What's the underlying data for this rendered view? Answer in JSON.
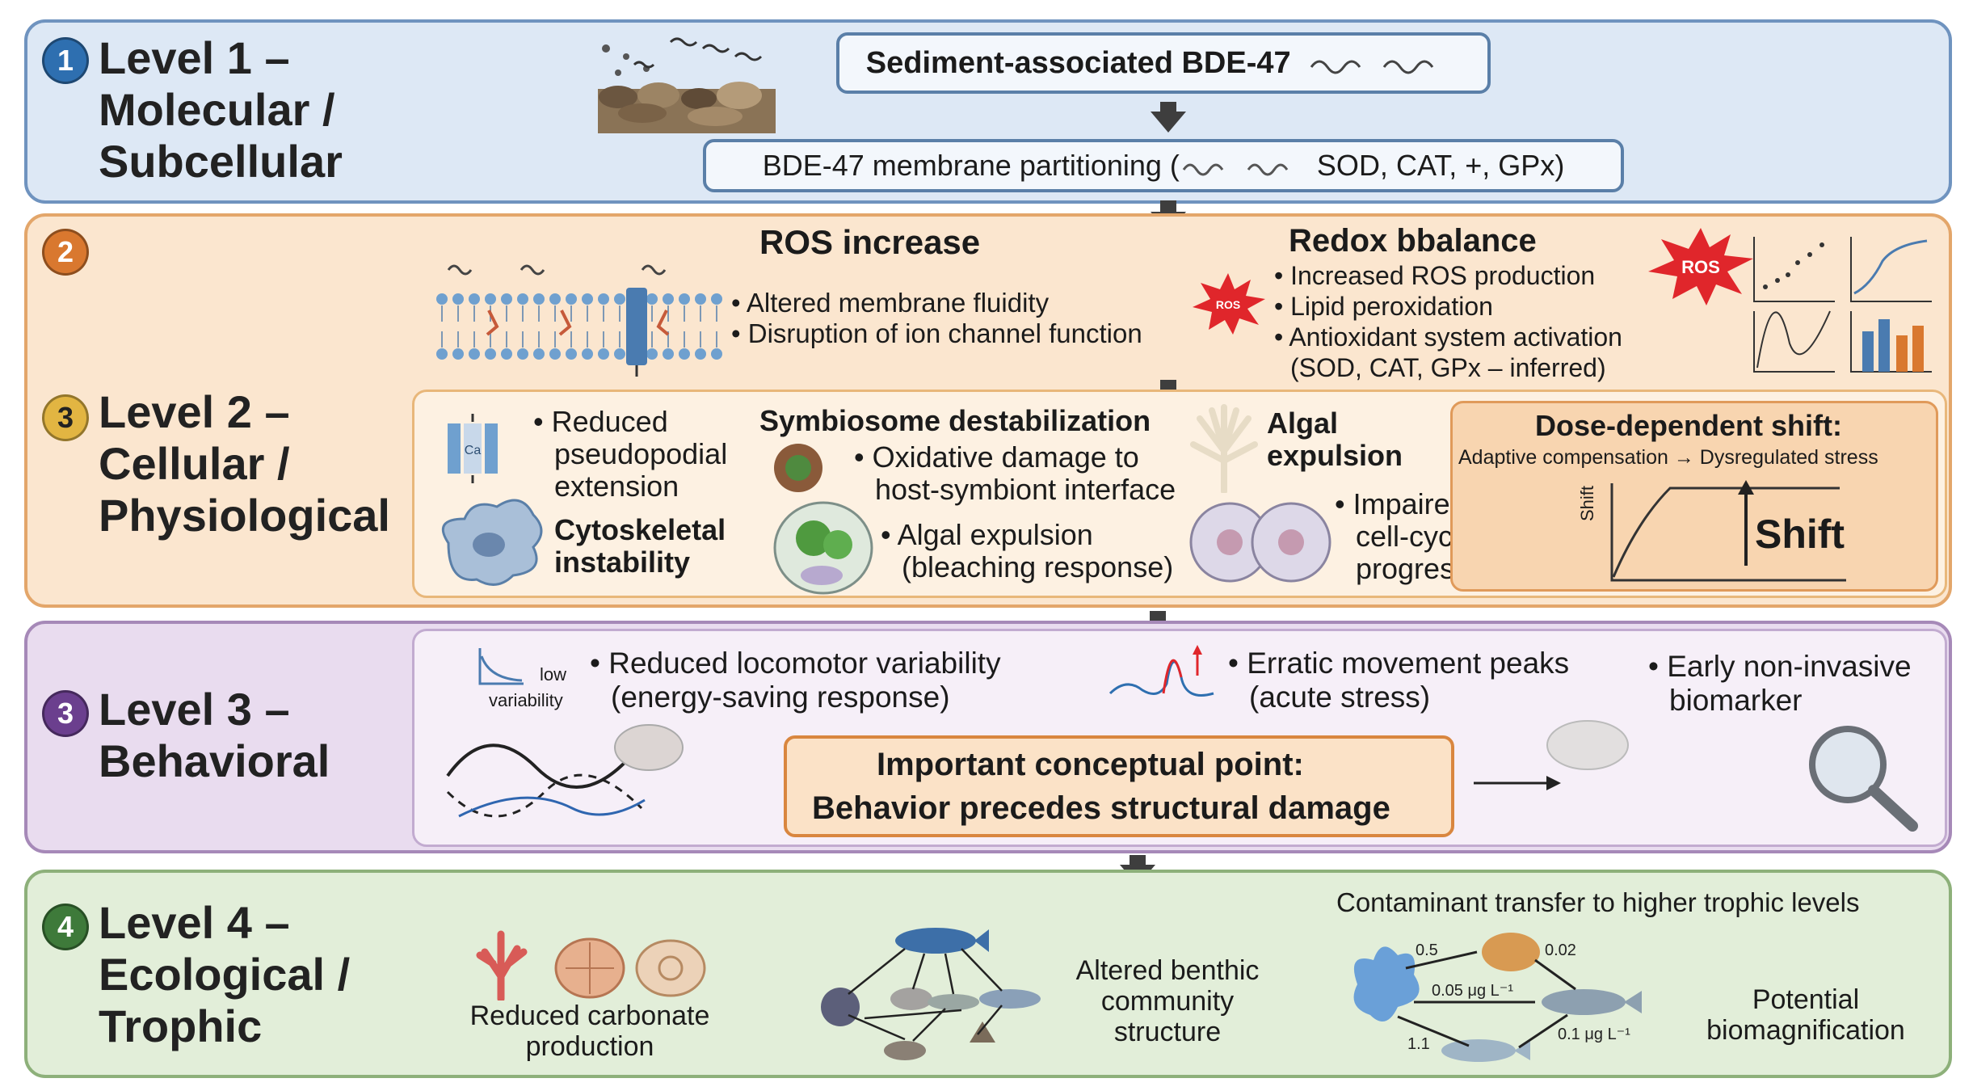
{
  "level1": {
    "num": "1",
    "title_lines": [
      "Level 1 –",
      "Molecular /",
      "Subcellular"
    ],
    "sediment_box": "Sediment-associated BDE-47",
    "partition_box": "BDE-47 membrane partitioning (",
    "partition_box_end": " SOD, CAT, +, GPx)"
  },
  "level2_header": {
    "num": "2",
    "ros_title": "ROS increase",
    "ros_bullets": [
      "Altered membrane fluidity",
      "Disruption of ion channel function"
    ],
    "redox_title": "Redox bbalance",
    "redox_bullets": [
      "Increased ROS production",
      "Lipid peroxidation",
      "Antioxidant system activation"
    ],
    "redox_note": "(SOD, CAT, GPx – inferred)",
    "ros_badge": "ROS",
    "ros_badge_small": "ROS"
  },
  "level2": {
    "num": "3",
    "title_lines": [
      "Level 2 –",
      "Cellular /",
      "Physiological"
    ],
    "pseudo": [
      "• Reduced",
      "pseudopodial",
      "extension"
    ],
    "cyto": [
      "Cytoskeletal",
      "instability"
    ],
    "ion_label": "Ca",
    "symb_title": "Symbiosome destabilization",
    "symb_bullet": [
      "• Oxidative damage to",
      "host-symbiont interface"
    ],
    "algal_bullet": [
      "• Algal expulsion",
      "(bleaching response)"
    ],
    "algal_title": [
      "Algal",
      "expulsion"
    ],
    "cellcycle": [
      "• Impaired",
      "cell-cycle",
      "progression"
    ],
    "dose_title": "Dose-dependent shift:",
    "dose_sub": "Adaptive compensation → Dysregulated stress",
    "dose_axis": "Shift",
    "dose_shift": "Shift"
  },
  "level3": {
    "num": "3",
    "title_lines": [
      "Level 3 –",
      "Behavioral"
    ],
    "var_low": "low",
    "var_variability": "variability",
    "locomotor": [
      "• Reduced locomotor variability",
      "(energy-saving response)"
    ],
    "erratic": [
      "• Erratic movement peaks",
      "(acute stress)"
    ],
    "early": [
      "• Early non-invasive",
      "biomarker"
    ],
    "important_line1": "Important conceptual point:",
    "important_line2": "Behavior precedes structural damage"
  },
  "level4": {
    "num": "4",
    "title_lines": [
      "Level 4 –",
      "Ecological /",
      "Trophic"
    ],
    "carbonate": [
      "Reduced carbonate",
      "production"
    ],
    "benthic": [
      "Altered benthic",
      "community",
      "structure"
    ],
    "transfer_title": "Contaminant transfer to higher trophic levels",
    "values": [
      "0.5",
      "0.02",
      "0.05 μg L⁻¹",
      "1.1",
      "0.1 μg L⁻¹"
    ],
    "biomag": [
      "Potential",
      "biomagnification"
    ]
  },
  "colors": {
    "level1_bg": "#dde8f5",
    "level1_border": "#6f93bf",
    "level2_bg": "#fbe6cf",
    "level2_border": "#e3a66a",
    "level3_bg": "#e9dcef",
    "level3_border": "#a689b8",
    "level4_bg": "#e2eed9",
    "level4_border": "#8db07a",
    "num1": "#2e6fb0",
    "num2": "#d9782f",
    "num3": "#e2b542",
    "num3b": "#6b3f8e",
    "num4": "#3e7a3a",
    "ros_red": "#e0262b"
  }
}
